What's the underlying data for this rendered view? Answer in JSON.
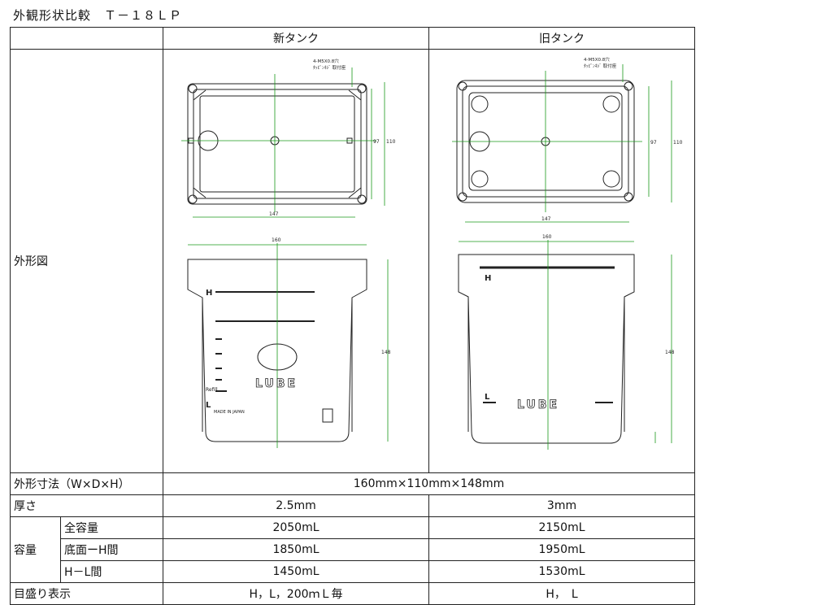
{
  "title": "外観形状比較　Ｔ－１８ＬＰ",
  "header": {
    "new": "新タンク",
    "old": "旧タンク"
  },
  "rows": {
    "outline_label": "外形図",
    "dims_label": "外形寸法（W×D×H）",
    "dims_value": "160mm×110mm×148mm",
    "thickness_label": "厚さ",
    "thickness_new": "2.5mm",
    "thickness_old": "3mm",
    "capacity_label": "容量",
    "total_label": "全容量",
    "total_new": "2050mL",
    "total_old": "2150mL",
    "bottomH_label": "底面ーH間",
    "bottomH_new": "1850mL",
    "bottomH_old": "1950mL",
    "HL_label": "H－L間",
    "HL_new": "1450mL",
    "HL_old": "1530mL",
    "scale_label": "目盛り表示",
    "scale_new": "H，L，200ｍＬ毎",
    "scale_old": "H，　L"
  },
  "drawing": {
    "dim_147": "147",
    "dim_97": "97",
    "dim_110": "110",
    "dim_160": "160",
    "dim_148": "148",
    "screw_note_1": "4-M5X0.8穴",
    "screw_note_2": "ﾀｯﾋﾟﾝﾈｼﾞ 取付座",
    "brand": "LUBE",
    "mark_h": "H",
    "mark_l": "L",
    "refill": "Refill",
    "made_in": "MADE IN JAPAN",
    "colors": {
      "line": "#222222",
      "dim": "#1a9a1a"
    }
  }
}
